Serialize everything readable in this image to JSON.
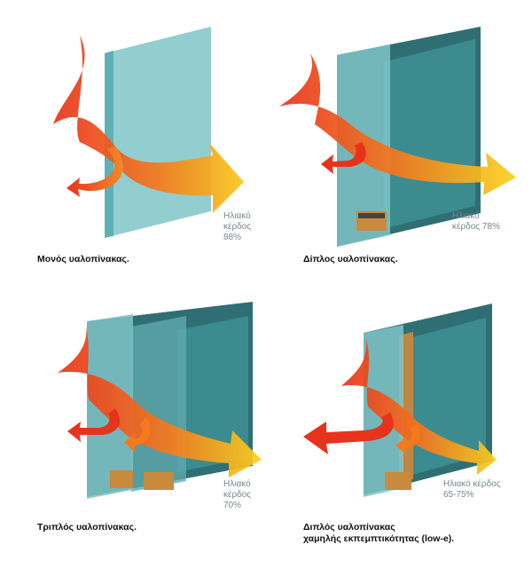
{
  "panels": [
    {
      "caption": "Μονός υαλοπίνακας.",
      "gain": "Ηλιακό\nκέρδος 88%"
    },
    {
      "caption": "Δίπλος υαλοπίνακας.",
      "gain": "Ηλιακό\nκέρδος 78%"
    },
    {
      "caption": "Τριπλός υαλοπίνακας.",
      "gain": "Ηλιακό\nκέρδος 70%"
    },
    {
      "caption": "Διπλός υαλοπίνακας\nχαμηλής εκπεμπτικότητας (low-e).",
      "gain": "Ηλιακό κέρδος\n65-75%"
    }
  ],
  "colors": {
    "glass": "#7fc4c8",
    "glass_dark": "#3e8e92",
    "frame": "#2f6f73",
    "flame_red": "#e8331c",
    "flame_orange": "#f47a1e",
    "arrow_yellow": "#f7c51b",
    "spacer_copper": "#c88a3c",
    "lowe_coating": "#d9893a"
  }
}
